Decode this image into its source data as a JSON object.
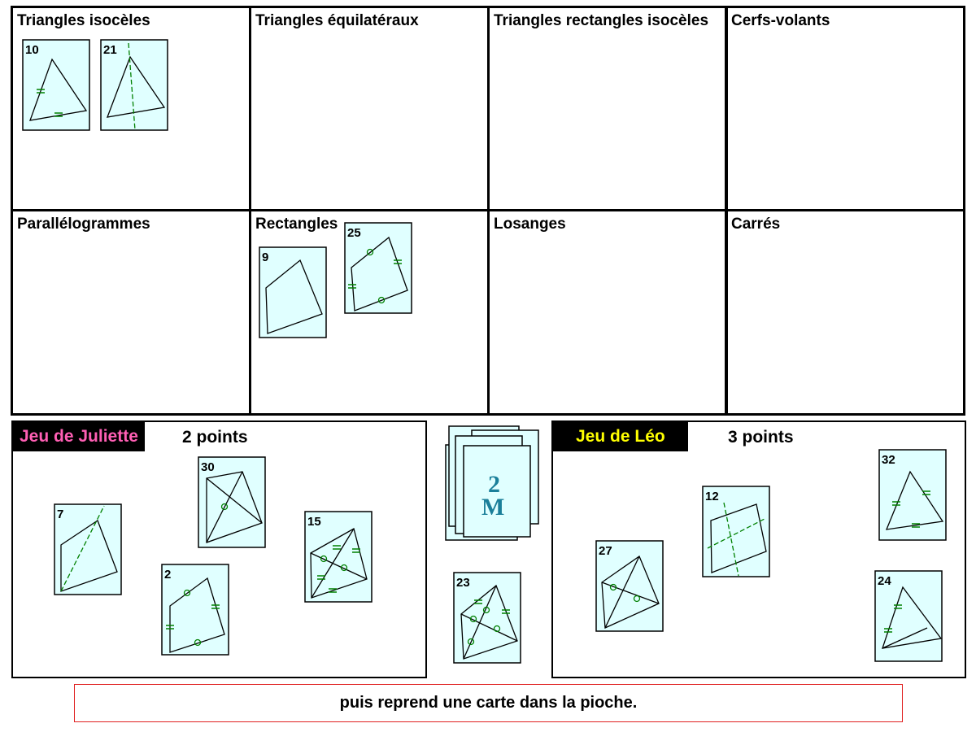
{
  "categories": [
    "Triangles isocèles",
    "Triangles équilatéraux",
    "Triangles rectangles isocèles",
    "Cerfs-volants",
    "Parallélogrammes",
    "Rectangles",
    "Losanges",
    "Carrés"
  ],
  "players": [
    {
      "name": "Jeu de Juliette",
      "score": "2 points",
      "name_color": "#ff5fb4"
    },
    {
      "name": "Jeu de Léo",
      "score": "3 points",
      "name_color": "#ffff00"
    }
  ],
  "cards": {
    "sorted_isoceles": [
      "10",
      "21"
    ],
    "sorted_rectangles": [
      "9",
      "25"
    ],
    "juliette_hand": [
      "7",
      "30",
      "2",
      "15"
    ],
    "discard": "23",
    "leo_hand": [
      "27",
      "12",
      "32",
      "24"
    ]
  },
  "deck": {
    "logo": "2M"
  },
  "message": "puis reprend une carte dans la pioche.",
  "colors": {
    "card_bg": "#e0ffff",
    "mark": "#008000"
  }
}
